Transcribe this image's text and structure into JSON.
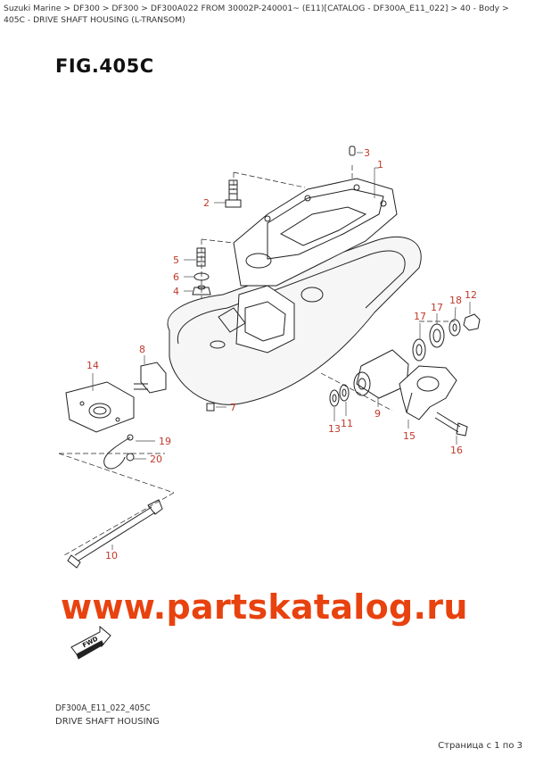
{
  "breadcrumb": {
    "text": "Suzuki Marine > DF300 > DF300 > DF300A022 FROM 30002P-240001~ (E11)[CATALOG - DF300A_E11_022] > 40 - Body > 405C - DRIVE SHAFT HOUSING (L-TRANSOM)"
  },
  "figure": {
    "title": "FIG.405C"
  },
  "callouts": [
    "3",
    "1",
    "2",
    "5",
    "6",
    "4",
    "8",
    "14",
    "7",
    "19",
    "20",
    "10",
    "18",
    "12",
    "17",
    "17",
    "9",
    "13",
    "11",
    "15",
    "16"
  ],
  "watermark": "www.partskatalog.ru",
  "fwd_label": "FWD",
  "footer": {
    "code": "DF300A_E11_022_405C",
    "caption": "DRIVE SHAFT HOUSING"
  },
  "pagination": {
    "text": "Страница с 1 по 3"
  },
  "colors": {
    "callout": "#c0392b",
    "watermark": "#e8420f"
  }
}
